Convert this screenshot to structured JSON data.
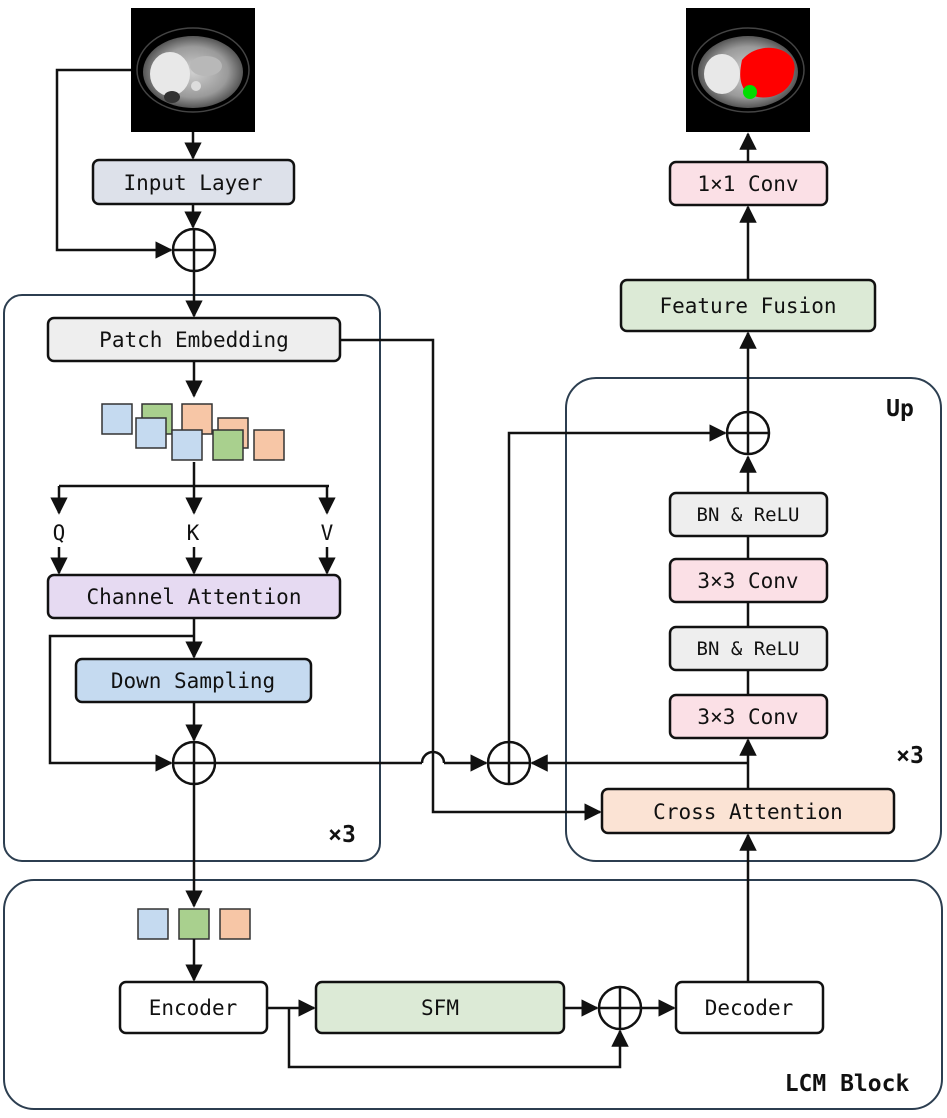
{
  "colors": {
    "gray": "#eeeeee",
    "slate": "#dde1ea",
    "purple": "#e6daf2",
    "blue": "#c5daf0",
    "green": "#dcead6",
    "pink": "#fbe0e6",
    "peach": "#fbe3d4",
    "white": "#ffffff",
    "token_blue": "#c5daf0",
    "token_green": "#a9d08e",
    "token_peach": "#f7c6a6",
    "seg_red": "#ff0000",
    "seg_green": "#00dd00"
  },
  "encoder": {
    "input_layer": "Input Layer",
    "patch_embedding": "Patch Embedding",
    "q": "Q",
    "k": "K",
    "v": "V",
    "channel_attention": "Channel Attention",
    "down_sampling": "Down Sampling",
    "repeat": "×3"
  },
  "decoder": {
    "up_title": "Up",
    "conv1x1": "1×1 Conv",
    "feature_fusion": "Feature Fusion",
    "bn_relu_1": "BN & ReLU",
    "conv3x3_1": "3×3 Conv",
    "bn_relu_2": "BN & ReLU",
    "conv3x3_2": "3×3 Conv",
    "cross_attention": "Cross Attention",
    "repeat": "×3"
  },
  "lcm": {
    "title": "LCM Block",
    "encoder": "Encoder",
    "sfm": "SFM",
    "decoder": "Decoder"
  }
}
